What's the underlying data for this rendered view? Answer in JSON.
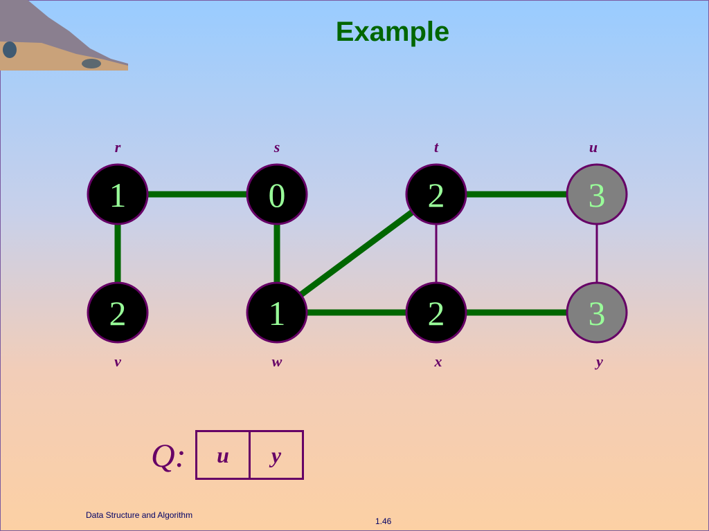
{
  "title": "Example",
  "vertices": [
    {
      "id": "r",
      "label": "r",
      "distance": "1",
      "color": "black"
    },
    {
      "id": "s",
      "label": "s",
      "distance": "0",
      "color": "black"
    },
    {
      "id": "t",
      "label": "t",
      "distance": "2",
      "color": "black"
    },
    {
      "id": "u",
      "label": "u",
      "distance": "3",
      "color": "gray"
    },
    {
      "id": "v",
      "label": "v",
      "distance": "2",
      "color": "black"
    },
    {
      "id": "w",
      "label": "w",
      "distance": "1",
      "color": "black"
    },
    {
      "id": "x",
      "label": "x",
      "distance": "2",
      "color": "black"
    },
    {
      "id": "y",
      "label": "y",
      "distance": "3",
      "color": "gray"
    }
  ],
  "edges": [
    {
      "from": "r",
      "to": "s",
      "tree_edge": true
    },
    {
      "from": "r",
      "to": "v",
      "tree_edge": true
    },
    {
      "from": "s",
      "to": "w",
      "tree_edge": true
    },
    {
      "from": "w",
      "to": "t",
      "tree_edge": true
    },
    {
      "from": "w",
      "to": "x",
      "tree_edge": true
    },
    {
      "from": "t",
      "to": "x",
      "tree_edge": false
    },
    {
      "from": "t",
      "to": "u",
      "tree_edge": true
    },
    {
      "from": "x",
      "to": "y",
      "tree_edge": true
    },
    {
      "from": "u",
      "to": "y",
      "tree_edge": false
    }
  ],
  "queue": {
    "label": "Q:",
    "items": [
      "u",
      "y"
    ]
  },
  "footer": {
    "course": "Data Structure and Algorithm",
    "page": "1.46"
  },
  "colors": {
    "title": "#006600",
    "tree_edge": "#006600",
    "non_tree_edge": "#660066",
    "node_black": "#000000",
    "node_gray": "#808080",
    "node_border": "#660066",
    "node_text": "#99ff99",
    "label": "#660066"
  }
}
